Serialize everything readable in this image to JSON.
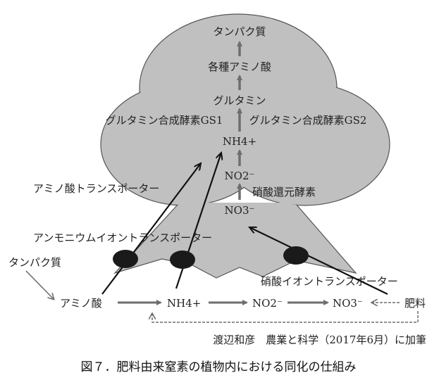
{
  "plant": {
    "protein": "タンパク質",
    "amino_acids": "各種アミノ酸",
    "glutamine": "グルタミン",
    "gs1": "グルタミン合成酵素GS1",
    "gs2": "グルタミン合成酵素GS2",
    "nh4": "NH4+",
    "no2": "NO2⁻",
    "nitrate_reductase": "硝酸還元酵素",
    "no3": "NO3⁻"
  },
  "transporters": {
    "amino_acid": "アミノ酸トランスポーター",
    "ammonium": "アンモニウムイオントランスポーター",
    "nitrate": "硝酸イオントランスポーター"
  },
  "soil": {
    "protein": "タンパク質",
    "amino_acid": "アミノ酸",
    "nh4": "NH4+",
    "no2": "NO2⁻",
    "no3": "NO3⁻",
    "fertilizer": "肥料"
  },
  "credit": "渡辺和彦　農業と科学（2017年6月）に加筆",
  "caption": "図７．肥料由来窒素の植物内における同化の仕組み",
  "colors": {
    "plant_fill": "#c0c0c0",
    "arrow_gray": "#6e6e6e",
    "black": "#111111"
  }
}
